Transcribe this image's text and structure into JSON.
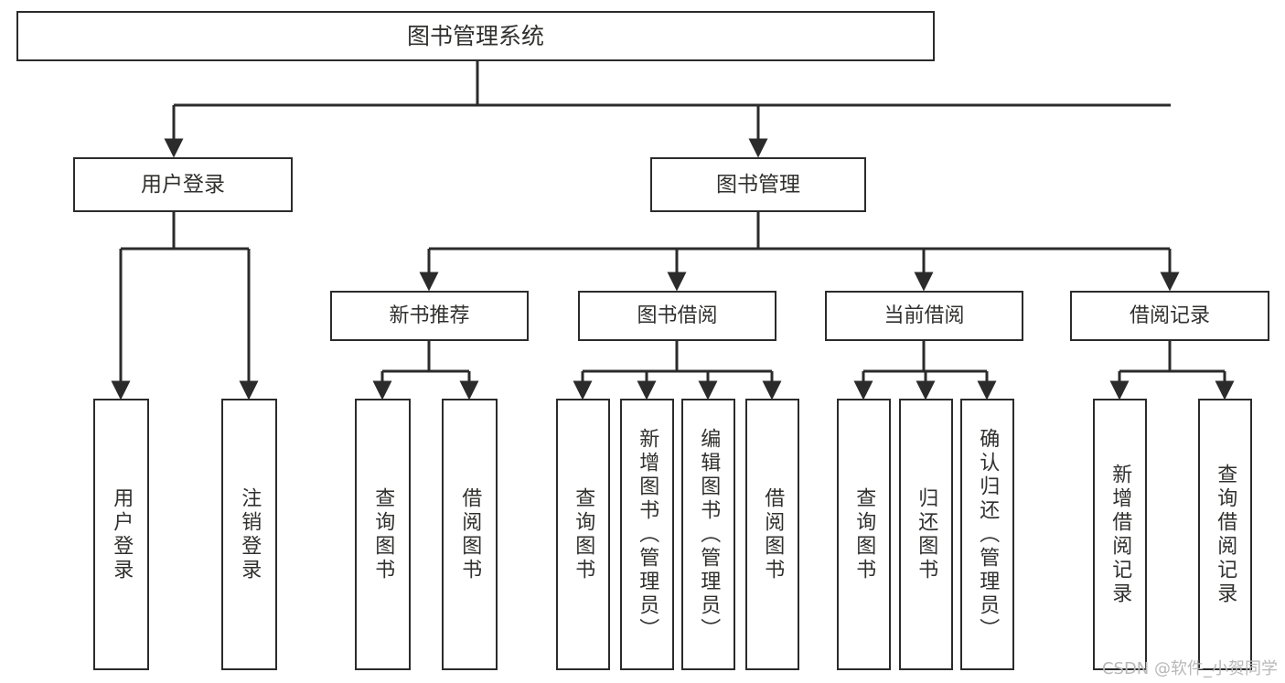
{
  "diagram": {
    "title": "图书管理系统",
    "type": "tree",
    "background": "#ffffff",
    "line_color": "#2b2b2b",
    "text_color": "#30302f",
    "nodes": {
      "root": {
        "label": "图书管理系统"
      },
      "level2": [
        {
          "id": "user-login",
          "label": "用户登录"
        },
        {
          "id": "book-manage",
          "label": "图书管理"
        }
      ],
      "level3": [
        {
          "id": "new-book-recommend",
          "label": "新书推荐"
        },
        {
          "id": "book-borrow",
          "label": "图书借阅"
        },
        {
          "id": "current-borrow",
          "label": "当前借阅"
        },
        {
          "id": "borrow-record",
          "label": "借阅记录"
        }
      ],
      "leaves": [
        {
          "id": "leaf-user-login",
          "label": "用户登录"
        },
        {
          "id": "leaf-logout-login",
          "label": "注销登录"
        },
        {
          "id": "leaf-query-book-1",
          "label": "查询图书"
        },
        {
          "id": "leaf-borrow-book-1",
          "label": "借阅图书"
        },
        {
          "id": "leaf-query-book-2",
          "label": "查询图书"
        },
        {
          "id": "leaf-add-book",
          "label": "新增图书（管理员）"
        },
        {
          "id": "leaf-edit-book",
          "label": "编辑图书（管理员）"
        },
        {
          "id": "leaf-borrow-book-2",
          "label": "借阅图书"
        },
        {
          "id": "leaf-query-book-3",
          "label": "查询图书"
        },
        {
          "id": "leaf-return-book",
          "label": "归还图书"
        },
        {
          "id": "leaf-confirm-return",
          "label": "确认归还（管理员）"
        },
        {
          "id": "leaf-add-record",
          "label": "新增借阅记录"
        },
        {
          "id": "leaf-query-record",
          "label": "查询借阅记录"
        }
      ]
    }
  },
  "watermark": {
    "text": "CSDN @软件_小贺同学"
  }
}
